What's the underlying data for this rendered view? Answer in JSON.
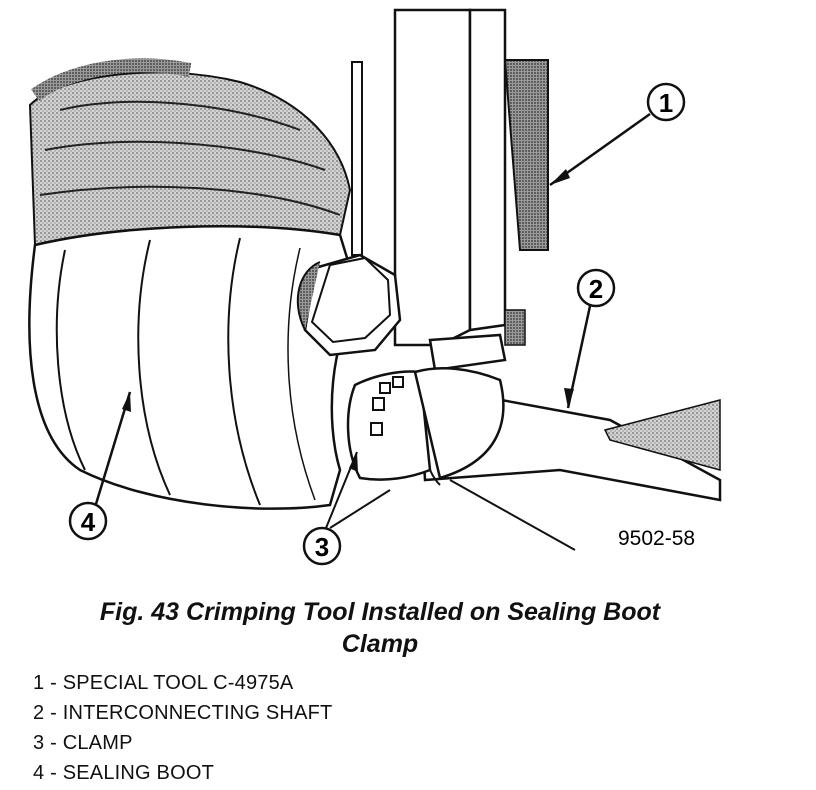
{
  "figure": {
    "id_label": "9502-58",
    "callouts": [
      {
        "num": "1",
        "target": "special-tool"
      },
      {
        "num": "2",
        "target": "interconnecting-shaft"
      },
      {
        "num": "3",
        "target": "clamp"
      },
      {
        "num": "4",
        "target": "sealing-boot"
      }
    ]
  },
  "caption": {
    "line1": "Fig. 43 Crimping Tool Installed on Sealing Boot",
    "line2": "Clamp"
  },
  "legend": [
    {
      "num": "1",
      "text": "1 - SPECIAL TOOL C-4975A"
    },
    {
      "num": "2",
      "text": "2 - INTERCONNECTING SHAFT"
    },
    {
      "num": "3",
      "text": "3 - CLAMP"
    },
    {
      "num": "4",
      "text": "4 - SEALING BOOT"
    }
  ]
}
